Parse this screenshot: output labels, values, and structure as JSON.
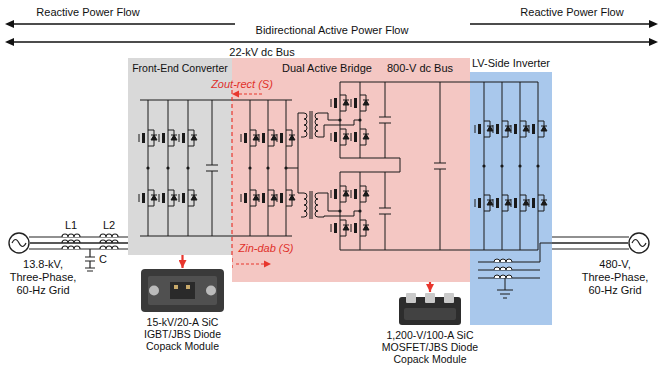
{
  "diagram": {
    "nodes": [
      {
        "text": [
          "13.8-kV, Three-Phase, 60-Hz Grid"
        ]
      },
      {
        "text": [
          "Front-End Converter"
        ]
      },
      {
        "text": [
          "Dual Active Bridge"
        ]
      },
      {
        "text": [
          "LV-Side Inverter"
        ]
      },
      {
        "text": [
          "480-V, Three-Phase, 60-Hz Grid"
        ]
      },
      {
        "text": [
          "15-kV/20-A SiC IGBT/JBS Diode Copack Module"
        ]
      },
      {
        "text": [
          "1,200-V/100-A SiC MOSFET/JBS Diode Copack Module"
        ]
      }
    ],
    "edges": [
      {
        "from": 0,
        "to": 1,
        "arrow": "none"
      },
      {
        "from": 3,
        "to": 4,
        "arrow": "none"
      },
      {
        "from": 1,
        "to": 5,
        "arrow": "to"
      },
      {
        "from": 2,
        "to": 6,
        "arrow": "to"
      }
    ],
    "labels": [
      "Reactive Power Flow",
      "Reactive Power Flow",
      "Bidirectional Active Power Flow",
      "22-kV dc Bus",
      "800-V dc Bus",
      "Zout-rect (S)",
      "Zin-dab (S)",
      "L1",
      "L2",
      "C"
    ]
  }
}
